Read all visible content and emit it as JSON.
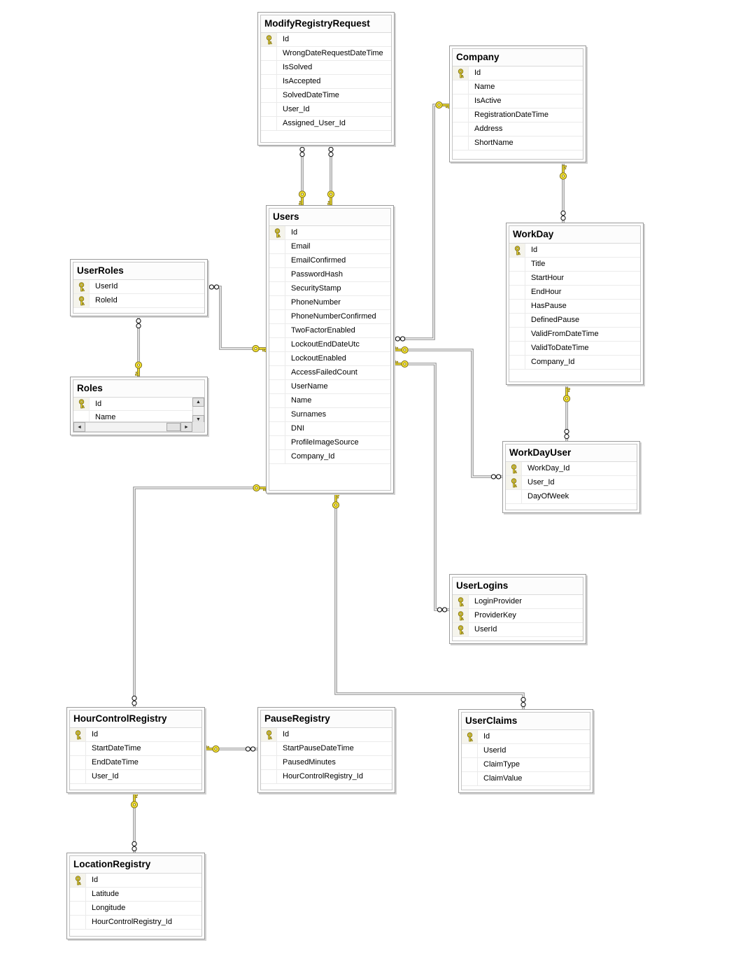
{
  "colors": {
    "key_fill": "#f8e731",
    "key_outline": "#7d6e1a",
    "connector_line": "#8f8f8f",
    "table_border": "#9a9a9a",
    "row_text": "#000000"
  },
  "scrollbar_icons": {
    "up": "▲",
    "down": "▼",
    "left": "◄",
    "right": "►"
  },
  "diagram": {
    "tables": [
      {
        "title": "ModifyRegistryRequest",
        "columns": [
          {
            "name": "Id",
            "pk": true
          },
          {
            "name": "WrongDateRequestDateTime",
            "pk": false
          },
          {
            "name": "IsSolved",
            "pk": false
          },
          {
            "name": "IsAccepted",
            "pk": false
          },
          {
            "name": "SolvedDateTime",
            "pk": false
          },
          {
            "name": "User_Id",
            "pk": false
          },
          {
            "name": "Assigned_User_Id",
            "pk": false
          }
        ]
      },
      {
        "title": "Company",
        "columns": [
          {
            "name": "Id",
            "pk": true
          },
          {
            "name": "Name",
            "pk": false
          },
          {
            "name": "IsActive",
            "pk": false
          },
          {
            "name": "RegistrationDateTime",
            "pk": false
          },
          {
            "name": "Address",
            "pk": false
          },
          {
            "name": "ShortName",
            "pk": false
          }
        ]
      },
      {
        "title": "Users",
        "columns": [
          {
            "name": "Id",
            "pk": true
          },
          {
            "name": "Email",
            "pk": false
          },
          {
            "name": "EmailConfirmed",
            "pk": false
          },
          {
            "name": "PasswordHash",
            "pk": false
          },
          {
            "name": "SecurityStamp",
            "pk": false
          },
          {
            "name": "PhoneNumber",
            "pk": false
          },
          {
            "name": "PhoneNumberConfirmed",
            "pk": false
          },
          {
            "name": "TwoFactorEnabled",
            "pk": false
          },
          {
            "name": "LockoutEndDateUtc",
            "pk": false
          },
          {
            "name": "LockoutEnabled",
            "pk": false
          },
          {
            "name": "AccessFailedCount",
            "pk": false
          },
          {
            "name": "UserName",
            "pk": false
          },
          {
            "name": "Name",
            "pk": false
          },
          {
            "name": "Surnames",
            "pk": false
          },
          {
            "name": "DNI",
            "pk": false
          },
          {
            "name": "ProfileImageSource",
            "pk": false
          },
          {
            "name": "Company_Id",
            "pk": false
          }
        ]
      },
      {
        "title": "UserRoles",
        "columns": [
          {
            "name": "UserId",
            "pk": true
          },
          {
            "name": "RoleId",
            "pk": true
          }
        ]
      },
      {
        "title": "Roles",
        "columns": [
          {
            "name": "Id",
            "pk": true
          },
          {
            "name": "Name",
            "pk": false
          }
        ]
      },
      {
        "title": "WorkDay",
        "columns": [
          {
            "name": "Id",
            "pk": true
          },
          {
            "name": "Title",
            "pk": false
          },
          {
            "name": "StartHour",
            "pk": false
          },
          {
            "name": "EndHour",
            "pk": false
          },
          {
            "name": "HasPause",
            "pk": false
          },
          {
            "name": "DefinedPause",
            "pk": false
          },
          {
            "name": "ValidFromDateTime",
            "pk": false
          },
          {
            "name": "ValidToDateTime",
            "pk": false
          },
          {
            "name": "Company_Id",
            "pk": false
          }
        ]
      },
      {
        "title": "WorkDayUser",
        "columns": [
          {
            "name": "WorkDay_Id",
            "pk": true
          },
          {
            "name": "User_Id",
            "pk": true
          },
          {
            "name": "DayOfWeek",
            "pk": false
          }
        ]
      },
      {
        "title": "UserLogins",
        "columns": [
          {
            "name": "LoginProvider",
            "pk": true
          },
          {
            "name": "ProviderKey",
            "pk": true
          },
          {
            "name": "UserId",
            "pk": true
          }
        ]
      },
      {
        "title": "HourControlRegistry",
        "columns": [
          {
            "name": "Id",
            "pk": true
          },
          {
            "name": "StartDateTime",
            "pk": false
          },
          {
            "name": "EndDateTime",
            "pk": false
          },
          {
            "name": "User_Id",
            "pk": false
          }
        ]
      },
      {
        "title": "PauseRegistry",
        "columns": [
          {
            "name": "Id",
            "pk": true
          },
          {
            "name": "StartPauseDateTime",
            "pk": false
          },
          {
            "name": "PausedMinutes",
            "pk": false
          },
          {
            "name": "HourControlRegistry_Id",
            "pk": false
          }
        ]
      },
      {
        "title": "UserClaims",
        "columns": [
          {
            "name": "Id",
            "pk": true
          },
          {
            "name": "UserId",
            "pk": false
          },
          {
            "name": "ClaimType",
            "pk": false
          },
          {
            "name": "ClaimValue",
            "pk": false
          }
        ]
      },
      {
        "title": "LocationRegistry",
        "columns": [
          {
            "name": "Id",
            "pk": true
          },
          {
            "name": "Latitude",
            "pk": false
          },
          {
            "name": "Longitude",
            "pk": false
          },
          {
            "name": "HourControlRegistry_Id",
            "pk": false
          }
        ]
      }
    ],
    "relationships": [
      {
        "one_table": "Users",
        "many_table": "ModifyRegistryRequest",
        "one_symbol": "key",
        "many_symbol": "infinity"
      },
      {
        "one_table": "Users",
        "many_table": "ModifyRegistryRequest",
        "one_symbol": "key",
        "many_symbol": "infinity"
      },
      {
        "one_table": "Company",
        "many_table": "WorkDay",
        "one_symbol": "key",
        "many_symbol": "infinity"
      },
      {
        "one_table": "WorkDay",
        "many_table": "WorkDayUser",
        "one_symbol": "key",
        "many_symbol": "infinity"
      },
      {
        "one_table": "Roles",
        "many_table": "UserRoles",
        "one_symbol": "key",
        "many_symbol": "infinity"
      },
      {
        "one_table": "Users",
        "many_table": "UserRoles",
        "one_symbol": "key",
        "many_symbol": "infinity"
      },
      {
        "one_table": "Company",
        "many_table": "Users",
        "one_symbol": "key",
        "many_symbol": "infinity"
      },
      {
        "one_table": "Users",
        "many_table": "WorkDayUser",
        "one_symbol": "key",
        "many_symbol": "infinity"
      },
      {
        "one_table": "Users",
        "many_table": "UserLogins",
        "one_symbol": "key",
        "many_symbol": "infinity"
      },
      {
        "one_table": "Users",
        "many_table": "HourControlRegistry",
        "one_symbol": "key",
        "many_symbol": "infinity"
      },
      {
        "one_table": "Users",
        "many_table": "UserClaims",
        "one_symbol": "key",
        "many_symbol": "infinity"
      },
      {
        "one_table": "HourControlRegistry",
        "many_table": "PauseRegistry",
        "one_symbol": "key",
        "many_symbol": "infinity"
      },
      {
        "one_table": "HourControlRegistry",
        "many_table": "LocationRegistry",
        "one_symbol": "key",
        "many_symbol": "infinity"
      }
    ]
  }
}
